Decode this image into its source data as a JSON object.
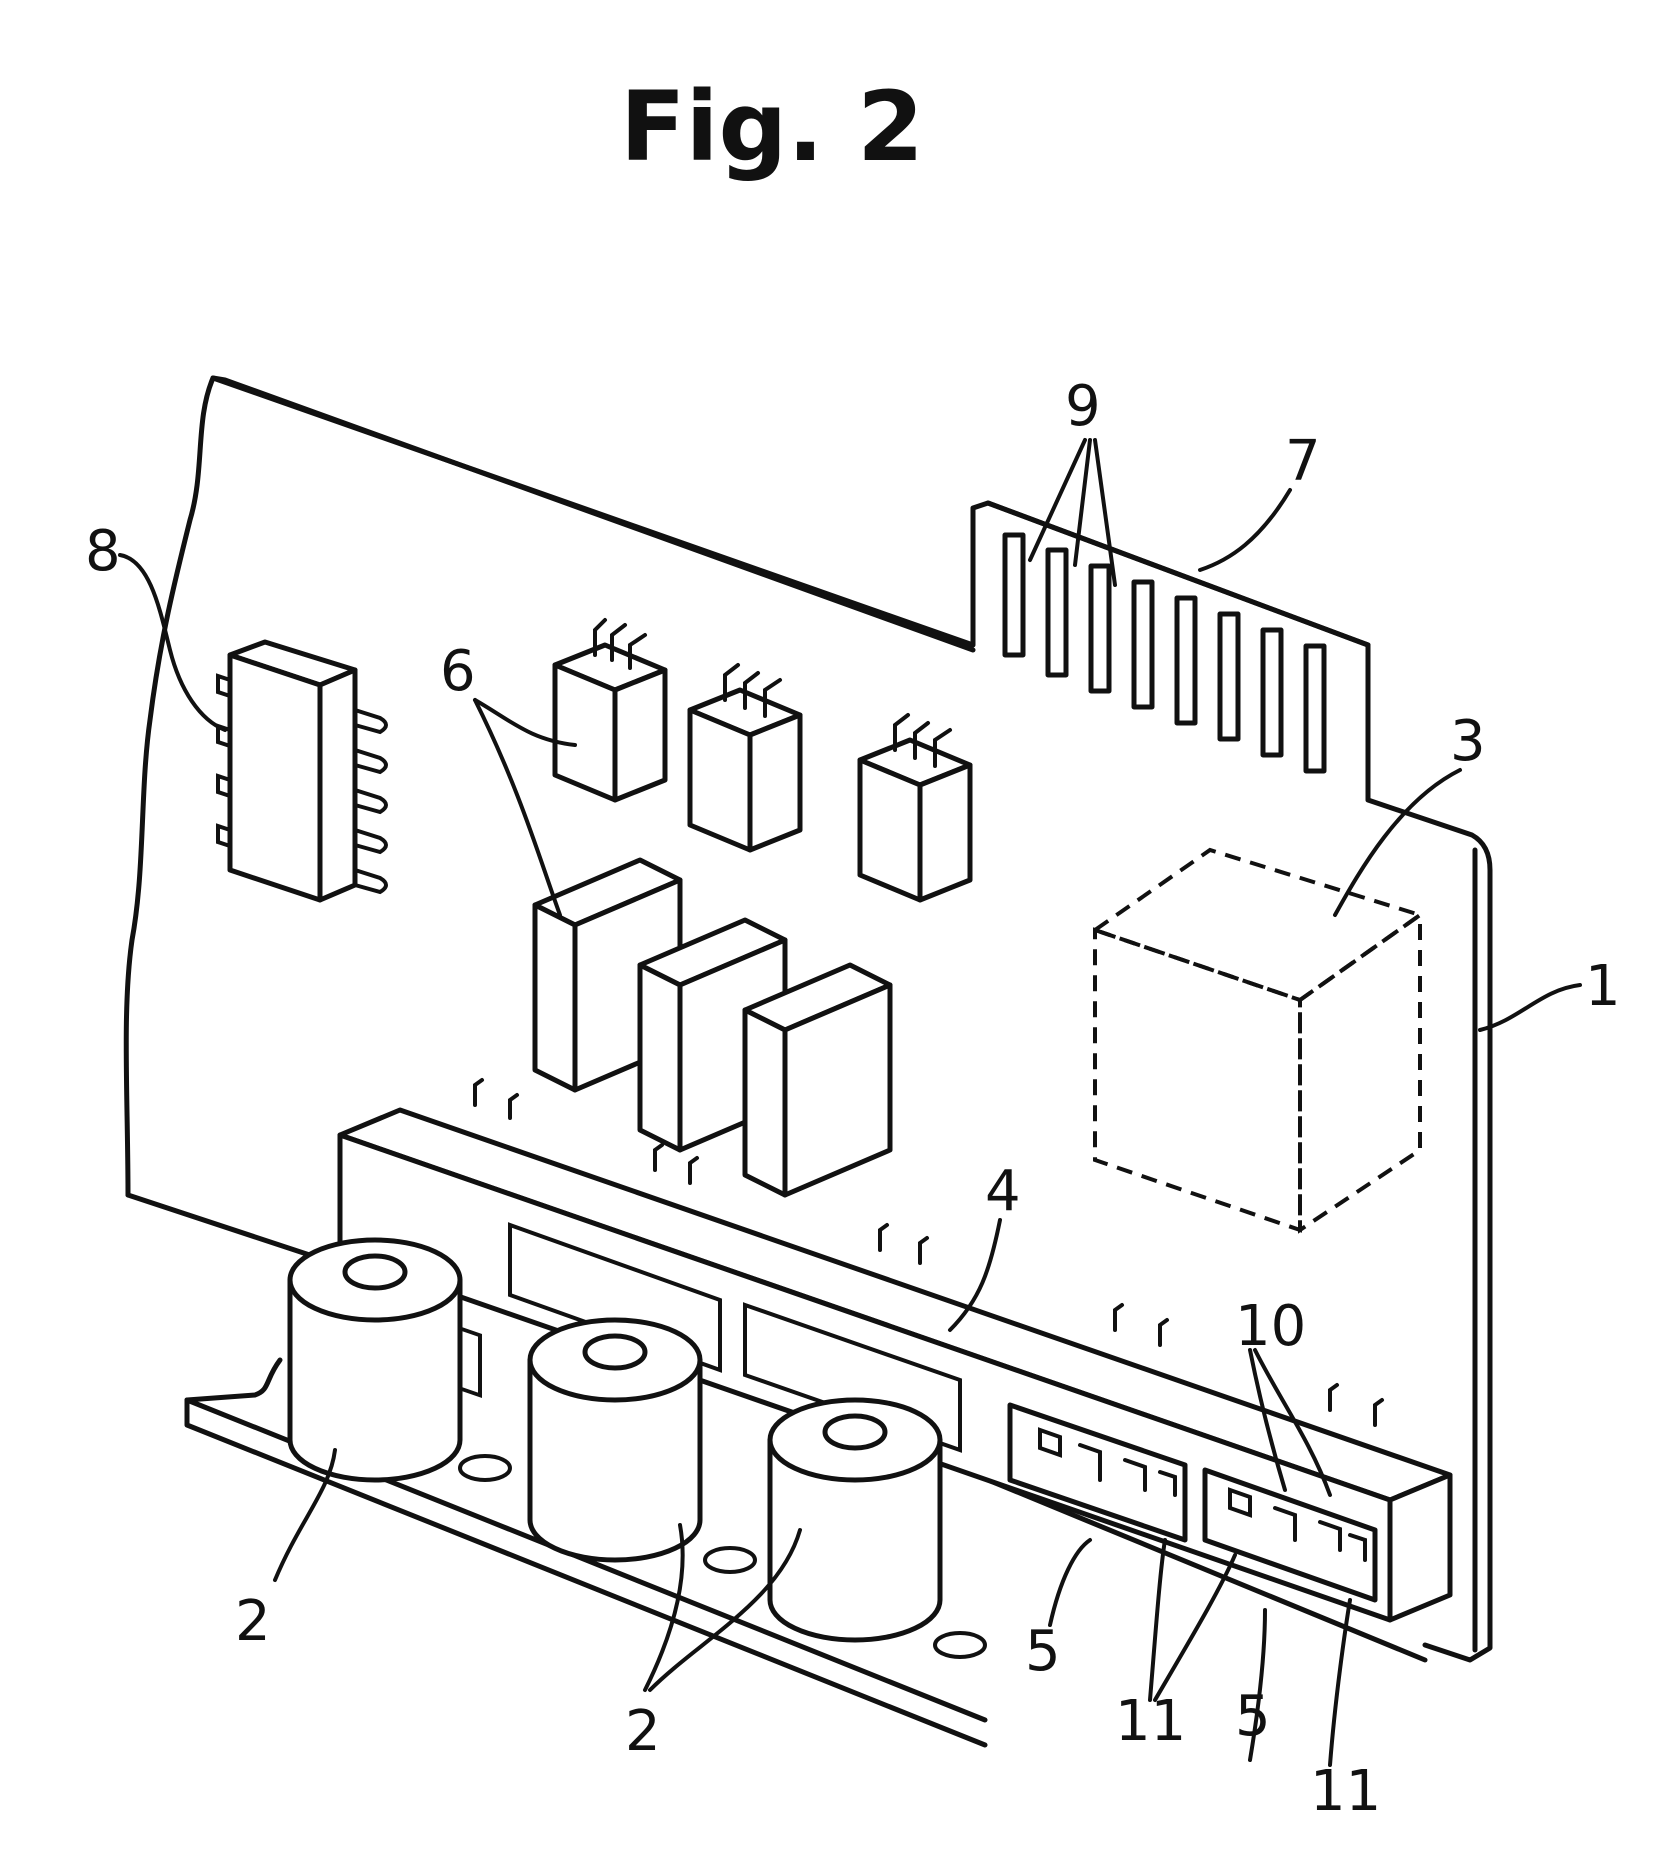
{
  "figure": {
    "title": "Fig. 2",
    "labels": {
      "board": "1",
      "components_2": "2",
      "component_3": "3",
      "strip_4": "4",
      "connector_5": "5",
      "components_6": "6",
      "edge_connector_7": "7",
      "chip_8": "8",
      "contacts_9": "9",
      "pins_10": "10",
      "pins_11": "11"
    }
  }
}
